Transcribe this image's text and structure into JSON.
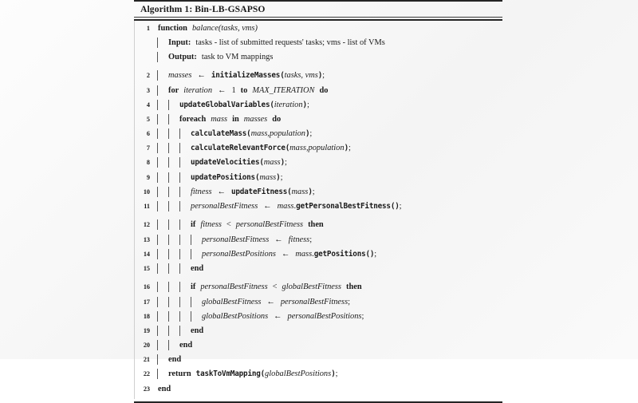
{
  "document": {
    "caption": "Algorithm 1: Bin-LB-GSAPSO",
    "algorithm_number": "1",
    "algorithm_name": "Bin-LB-GSAPSO"
  },
  "io": {
    "input_label": "Input:",
    "input_text": "tasks - list of submitted requests' tasks; vms - list of VMs",
    "output_label": "Output:",
    "output_text": "task to VM mappings"
  },
  "tokens": {
    "arrow": "←",
    "lt": "<",
    "semi": ";",
    "lparen": "(",
    "rparen": ")",
    "comma": ",",
    "dot": "."
  },
  "lines": [
    {
      "n": "1",
      "text": "function balance(tasks, vms)"
    },
    {
      "n": "2",
      "text": "masses ← initializeMasses(tasks, vms);"
    },
    {
      "n": "3",
      "text": "for iteration ← 1 to MAX_ITERATION do"
    },
    {
      "n": "4",
      "text": "updateGlobalVariables(iteration);"
    },
    {
      "n": "5",
      "text": "foreach mass in masses do"
    },
    {
      "n": "6",
      "text": "calculateMass(mass,population);"
    },
    {
      "n": "7",
      "text": "calculateRelevantForce(mass,population);"
    },
    {
      "n": "8",
      "text": "updateVelocities(mass);"
    },
    {
      "n": "9",
      "text": "updatePositions(mass);"
    },
    {
      "n": "10",
      "text": "fitness ← updateFitness(mass);"
    },
    {
      "n": "11",
      "text": "personalBestFitness ← mass.getPersonalBestFitness();"
    },
    {
      "n": "12",
      "text": "if fitness < personalBestFitness then"
    },
    {
      "n": "13",
      "text": "personalBestFitness ← fitness;"
    },
    {
      "n": "14",
      "text": "personalBestPositions ← mass.getPositions();"
    },
    {
      "n": "15",
      "text": "end"
    },
    {
      "n": "16",
      "text": "if personalBestFitness < globalBestFitness then"
    },
    {
      "n": "17",
      "text": "globalBestFitness ← personalBestFitness;"
    },
    {
      "n": "18",
      "text": "globalBestPositions ← personalBestPositions;"
    },
    {
      "n": "19",
      "text": "end"
    },
    {
      "n": "20",
      "text": "end"
    },
    {
      "n": "21",
      "text": "end"
    },
    {
      "n": "22",
      "text": "return taskToVmMapping(globalBestPositions);"
    },
    {
      "n": "23",
      "text": "end"
    }
  ],
  "keywords": {
    "function": "function",
    "for": "for",
    "to": "to",
    "do": "do",
    "foreach": "foreach",
    "in": "in",
    "if": "if",
    "then": "then",
    "end": "end",
    "return": "return"
  },
  "identifiers": {
    "balance": "balance(tasks, vms)",
    "masses": "masses",
    "initializeMasses": "initializeMasses",
    "tasks_vms": "tasks, vms",
    "iteration": "iteration",
    "one": "1",
    "max_iteration": "MAX_ITERATION",
    "updateGlobalVariables": "updateGlobalVariables",
    "mass": "mass",
    "calculateMass": "calculateMass",
    "calculateRelevantForce": "calculateRelevantForce",
    "mass_population": "mass,population",
    "updateVelocities": "updateVelocities",
    "updatePositions": "updatePositions",
    "fitness": "fitness",
    "updateFitness": "updateFitness",
    "personalBestFitness": "personalBestFitness",
    "getPersonalBestFitness": "getPersonalBestFitness()",
    "personalBestPositions": "personalBestPositions",
    "getPositions": "getPositions()",
    "globalBestFitness": "globalBestFitness",
    "globalBestPositions": "globalBestPositions",
    "taskToVmMapping": "taskToVmMapping"
  },
  "colors": {
    "rule": "#242424",
    "text": "#1a1a1a",
    "guide": "#555555",
    "page": "#ffffff"
  }
}
